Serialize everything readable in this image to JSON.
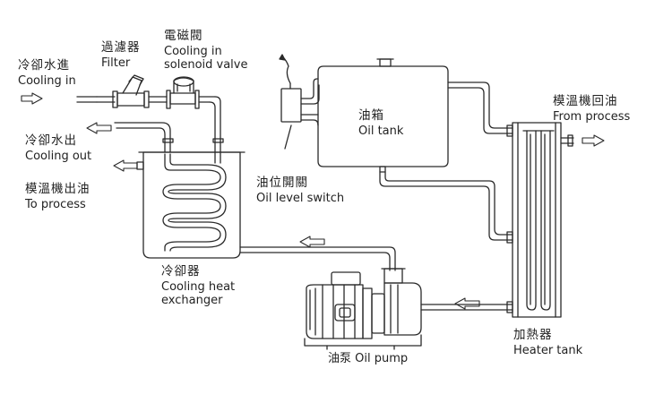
{
  "labels": {
    "cooling_in_zh": "冷卻水進",
    "cooling_in_en": "Cooling in",
    "filter_zh": "過濾器",
    "filter_en": "Filter",
    "solenoid_zh": "電磁閥",
    "solenoid_en_1": "Cooling in",
    "solenoid_en_2": "solenoid valve",
    "cooling_out_zh": "冷卻水出",
    "cooling_out_en": "Cooling out",
    "to_process_zh": "模溫機出油",
    "to_process_en": "To process",
    "oil_tank_zh": "油箱",
    "oil_tank_en": "Oil tank",
    "level_switch_zh": "油位開關",
    "level_switch_en": "Oil level switch",
    "from_process_zh": "模溫機回油",
    "from_process_en": "From process",
    "exchanger_zh": "冷卻器",
    "exchanger_en_1": "Cooling heat",
    "exchanger_en_2": "exchanger",
    "oil_pump": "油泵  Oil pump",
    "heater_zh": "加熱器",
    "heater_en": "Heater tank"
  },
  "colors": {
    "line": "#2a2a2a",
    "arrow_fill": "#ffffff",
    "background": "#ffffff"
  }
}
